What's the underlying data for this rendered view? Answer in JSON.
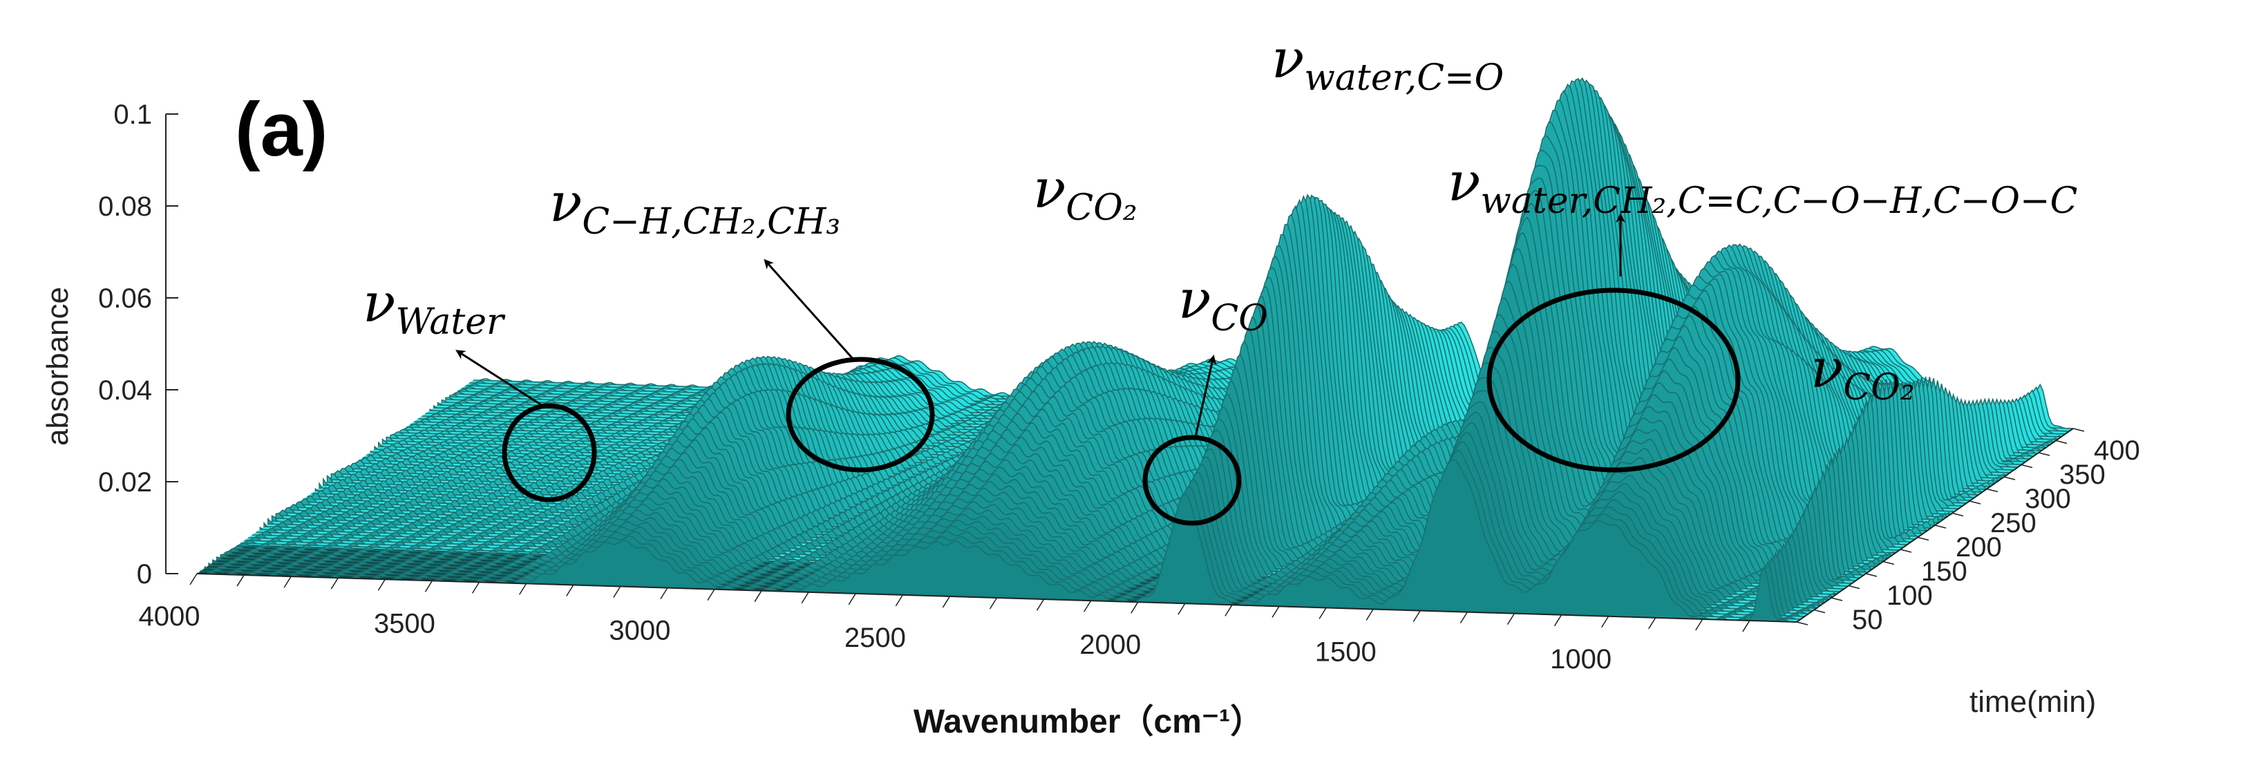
{
  "chart_data": {
    "type": "surface",
    "panel_label": "(a)",
    "xlabel": "Wavenumber（cm⁻¹）",
    "ylabel": "absorbance",
    "zlabel": "time(min)",
    "x_ticks": [
      "4000",
      "3500",
      "3000",
      "2500",
      "2000",
      "1500",
      "1000"
    ],
    "y_ticks": [
      "0",
      "0.02",
      "0.04",
      "0.06",
      "0.08",
      "0.1"
    ],
    "time_ticks": [
      "50",
      "100",
      "150",
      "200",
      "250",
      "300",
      "350",
      "400"
    ],
    "xlim": [
      4000,
      600
    ],
    "ylim": [
      0,
      0.1
    ],
    "time_lim": [
      0,
      400
    ],
    "colors": {
      "surface_light": "#33e3e3",
      "surface_dark": "#0e4c4c",
      "mesh": "#1a7070"
    },
    "peaks": [
      {
        "name": "water-high",
        "wavenumber": 3100,
        "absorbance": 0.03,
        "width": 90
      },
      {
        "name": "C-H",
        "wavenumber": 2400,
        "absorbance": 0.036,
        "width": 140
      },
      {
        "name": "CO2",
        "wavenumber": 1900,
        "absorbance": 0.073,
        "width": 32
      },
      {
        "name": "CO",
        "wavenumber": 1620,
        "absorbance": 0.02,
        "width": 70
      },
      {
        "name": "water-C=O",
        "wavenumber": 1330,
        "absorbance": 0.1,
        "width": 55
      },
      {
        "name": "water-CH2-C=C",
        "wavenumber": 1000,
        "absorbance": 0.06,
        "width": 70
      },
      {
        "name": "CO2-low",
        "wavenumber": 670,
        "absorbance": 0.035,
        "width": 12
      }
    ],
    "annotations": [
      {
        "main": "ν",
        "sub": "Water"
      },
      {
        "main": "ν",
        "sub": "C−H,CH₂,CH₃"
      },
      {
        "main": "ν",
        "sub": "CO₂"
      },
      {
        "main": "ν",
        "sub": "CO"
      },
      {
        "main": "ν",
        "sub": "water,C=O"
      },
      {
        "main": "ν",
        "sub": "water,CH₂,C=C,C−O−H,C−O−C"
      },
      {
        "main": "ν",
        "sub": "CO₂"
      }
    ]
  }
}
